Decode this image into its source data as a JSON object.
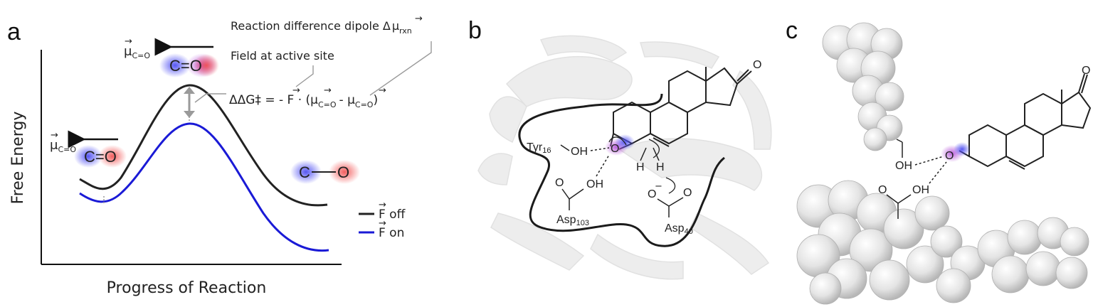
{
  "panels": {
    "a": {
      "letter": "a",
      "y_label": "Free Energy",
      "x_label": "Progress of Reaction",
      "note_dipole": "Reaction difference dipole Δ",
      "note_dipole_sub": "rxn",
      "note_field": "Field at active site",
      "equation": "ΔΔG‡ = - F · (μ",
      "equation_tail": "- μ",
      "sub_ts": "C=O",
      "sub_rs": "C=O",
      "state_reactant": "C=O",
      "state_ts": "C=O",
      "state_product_c": "C",
      "state_product_o": "O",
      "legend_off": "F off",
      "legend_on": "F on",
      "colors": {
        "off": "#222222",
        "on": "#1a1ad6",
        "blue_glow": "#5a5af0",
        "red_glow": "#f05a5a",
        "guide": "#9a9a9a"
      }
    },
    "b": {
      "letter": "b",
      "labels": {
        "tyr": "Tyr",
        "tyr_sub": "16",
        "oh": "OH",
        "o_left": "O",
        "oh2": "OH",
        "asp103": "Asp",
        "asp103_sub": "103",
        "h1": "H",
        "h2": "H",
        "o_minus": "O",
        "asp40": "Asp",
        "asp40_sub": "40",
        "o_top": "O",
        "o_mid": "O",
        "o_right": "O"
      }
    },
    "c": {
      "letter": "c",
      "labels": {
        "oh": "OH",
        "o_acid": "O",
        "oh_acid": "OH",
        "o_ketone_top": "O"
      }
    }
  }
}
